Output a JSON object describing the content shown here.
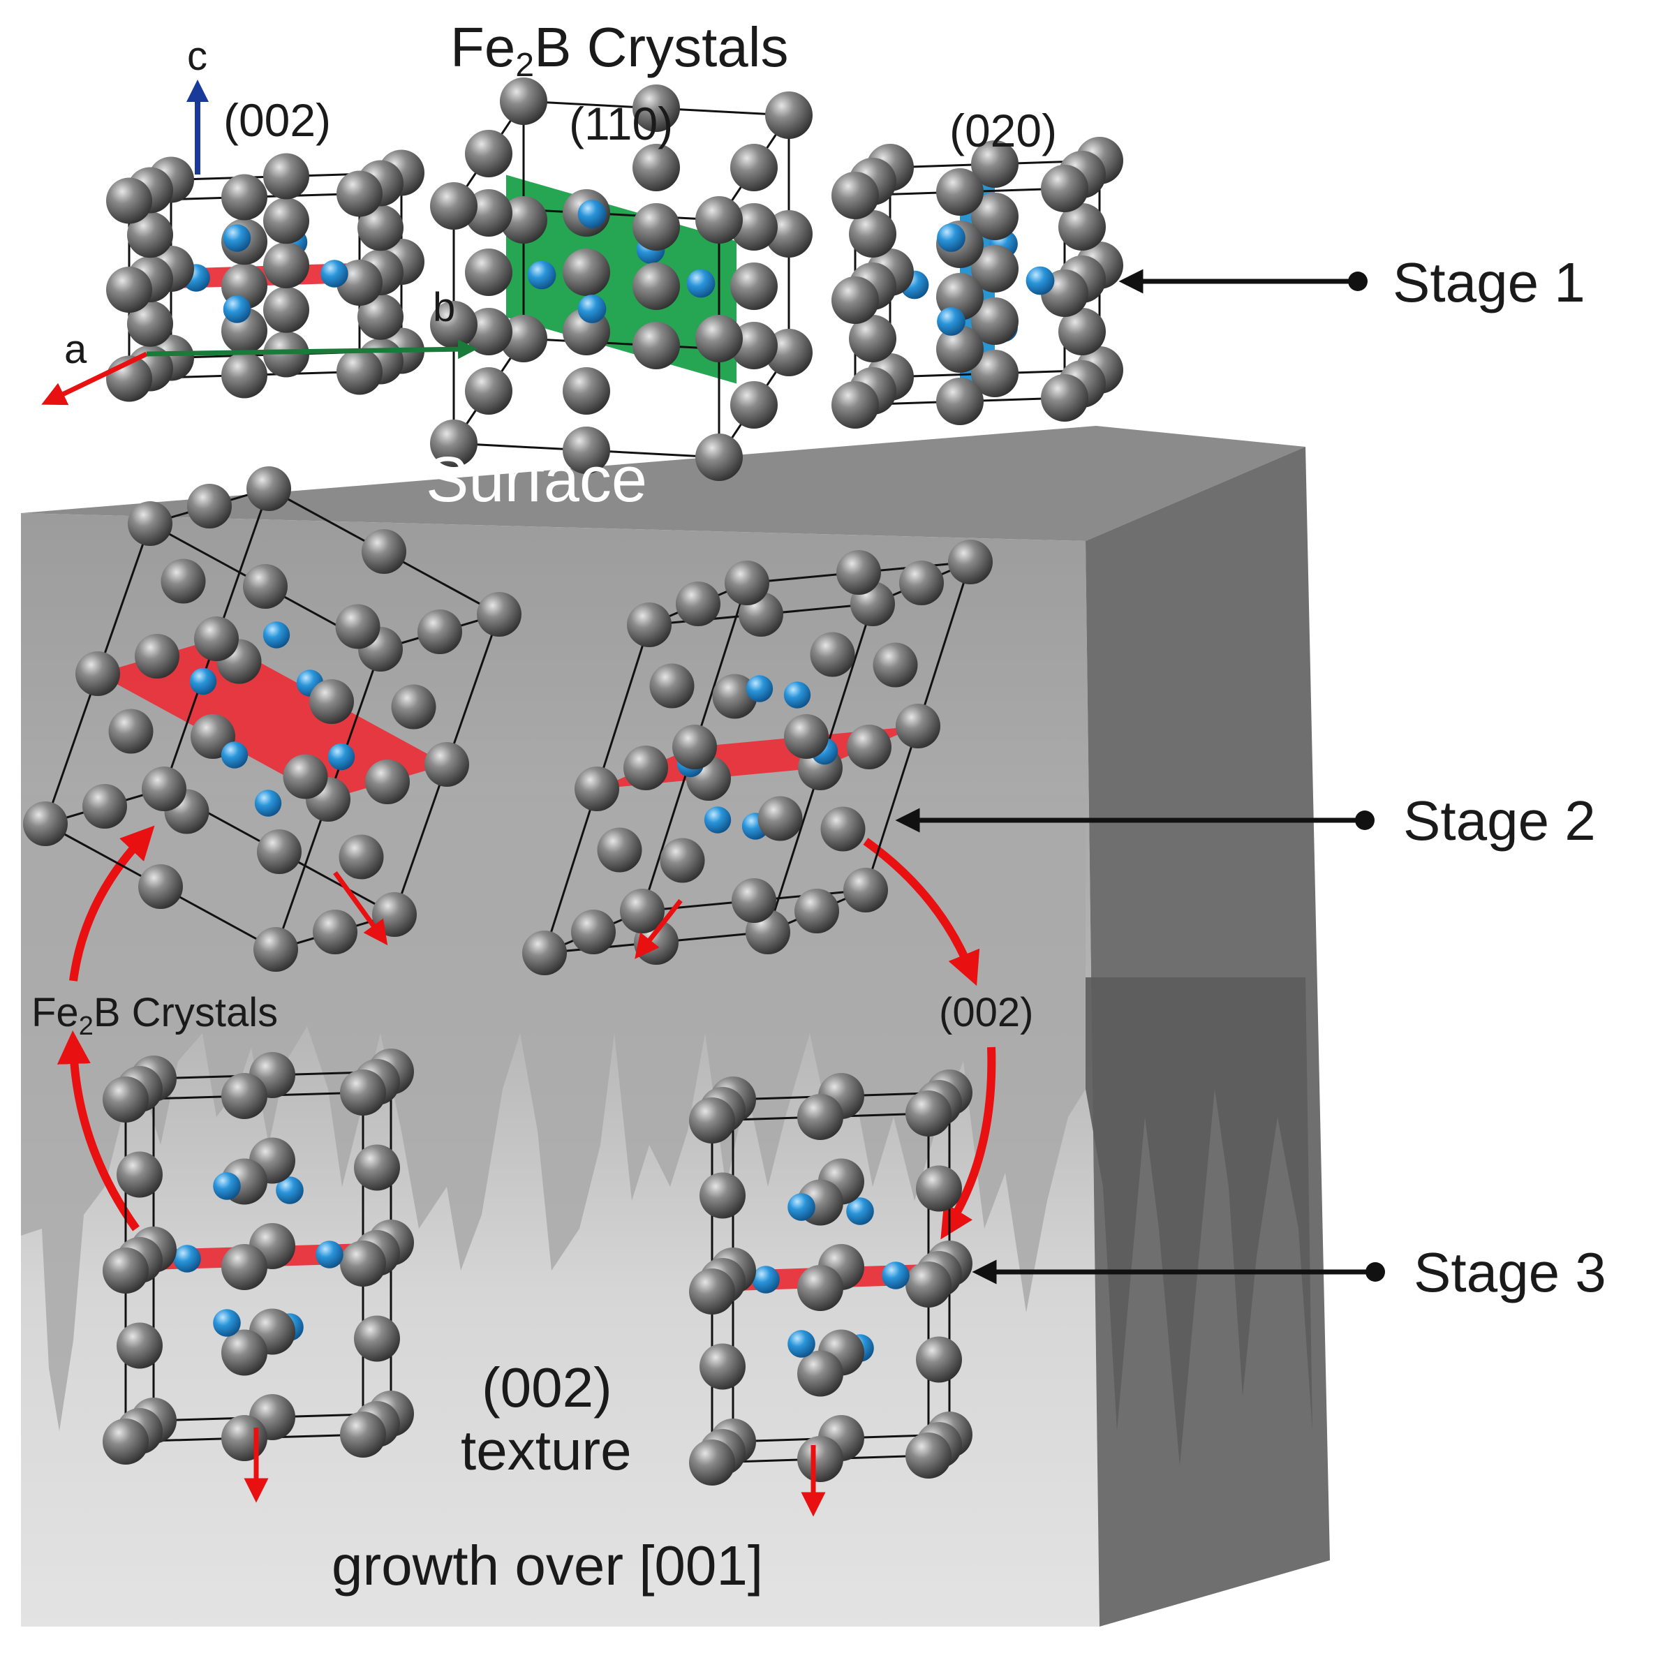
{
  "title": {
    "prefix": "Fe",
    "sub": "2",
    "suffix": "B Crystals"
  },
  "axes": {
    "a": "a",
    "b": "b",
    "c": "c"
  },
  "planes": {
    "p002": "(002)",
    "p110": "(110)",
    "p020": "(020)"
  },
  "stages": {
    "s1": "Stage 1",
    "s2": "Stage 2",
    "s3": "Stage 3"
  },
  "surface_label": "Surface",
  "cycle_label": {
    "prefix": "Fe",
    "sub": "2",
    "suffix": "B Crystals"
  },
  "cycle_plane": "(002)",
  "texture": {
    "line1": "(002)",
    "line2": "texture"
  },
  "growth_label": "growth over [001]",
  "colors": {
    "fe_atom": "#6b6b6b",
    "b_atom": "#1e88d0",
    "plane_002": "#e8323a",
    "plane_110": "#1aa04a",
    "plane_020": "#1e8fd0",
    "arrow_red": "#e81010",
    "axis_c": "#1a3a9a",
    "axis_b": "#1a7a3a"
  }
}
